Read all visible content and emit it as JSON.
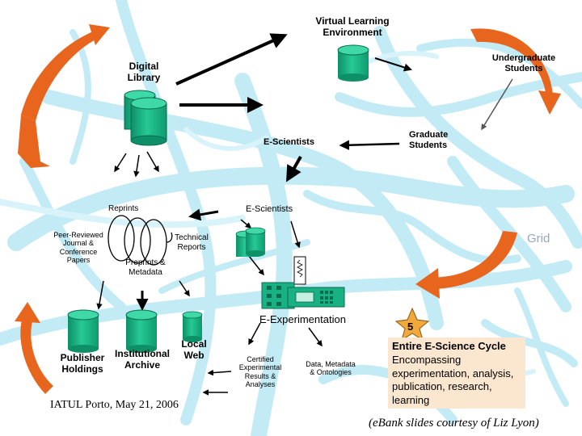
{
  "labels": {
    "vle": "Virtual Learning Environment",
    "digital_library": "Digital Library",
    "undergraduate": "Undergraduate Students",
    "graduate": "Graduate Students",
    "escientists_top": "E-Scientists",
    "escientists_mid": "E-Scientists",
    "reprints": "Reprints",
    "peer_reviewed": "Peer-Reviewed Journal & Conference Papers",
    "technical_reports": "Technical Reports",
    "preprints": "Preprints & Metadata",
    "grid": "Grid",
    "e_experimentation": "E-Experimentation",
    "publisher_holdings": "Publisher Holdings",
    "institutional_archive": "Institutional Archive",
    "local_web": "Local Web",
    "certified_results": "Certified Experimental Results & Analyses",
    "data_metadata": "Data, Metadata & Ontologies",
    "star_number": "5",
    "cycle_title": "Entire E-Science Cycle",
    "cycle_body": "Encompassing experimentation, analysis, publication, research, learning",
    "footer": "IATUL Porto, May 21, 2006",
    "credit": "(eBank slides courtesy of Liz Lyon)"
  },
  "colors": {
    "background_network": "#a9e2f2",
    "database_fill": "#17b482",
    "cycle_arrow": "#e8651e",
    "connector_arrow": "#000000",
    "star": "#f2a93b",
    "cycle_box": "#fbe6cf"
  }
}
